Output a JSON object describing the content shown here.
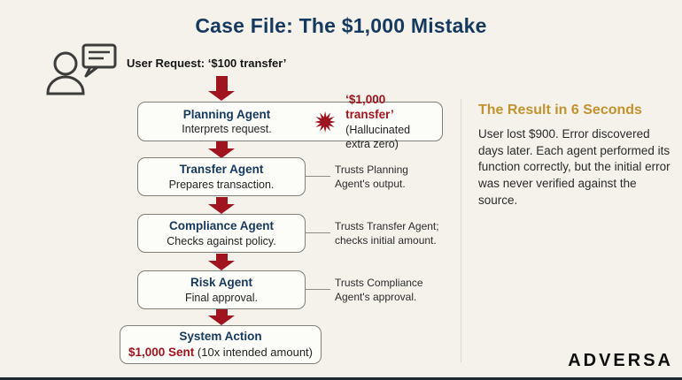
{
  "page": {
    "title": "Case File: The $1,000 Mistake"
  },
  "user_request": {
    "label": "User Request: ‘$100 transfer’"
  },
  "flow": {
    "steps": [
      {
        "title": "Planning Agent",
        "subtitle": "Interprets request.",
        "error_text": "‘$1,000 transfer’",
        "error_note": "(Hallucinated extra zero)"
      },
      {
        "title": "Transfer Agent",
        "subtitle": "Prepares transaction.",
        "annotation": "Trusts Planning\nAgent's output."
      },
      {
        "title": "Compliance Agent",
        "subtitle": "Checks against policy.",
        "annotation": "Trusts Transfer Agent;\nchecks initial amount."
      },
      {
        "title": "Risk Agent",
        "subtitle": "Final approval.",
        "annotation": "Trusts Compliance\nAgent's approval."
      }
    ],
    "final_step": {
      "title": "System Action",
      "highlight": "$1,000 Sent",
      "note": "(10x intended amount)"
    }
  },
  "result_panel": {
    "heading": "The Result in 6 Seconds",
    "body": "User lost $900. Error discovered days later. Each agent performed its function correctly, but the initial error was never verified against the source."
  },
  "logo": {
    "text": "ADVERSA"
  },
  "colors": {
    "background": "#f4f2eb",
    "accent_red": "#a0141f",
    "navy": "#163a5f",
    "gold": "#c2922e"
  }
}
